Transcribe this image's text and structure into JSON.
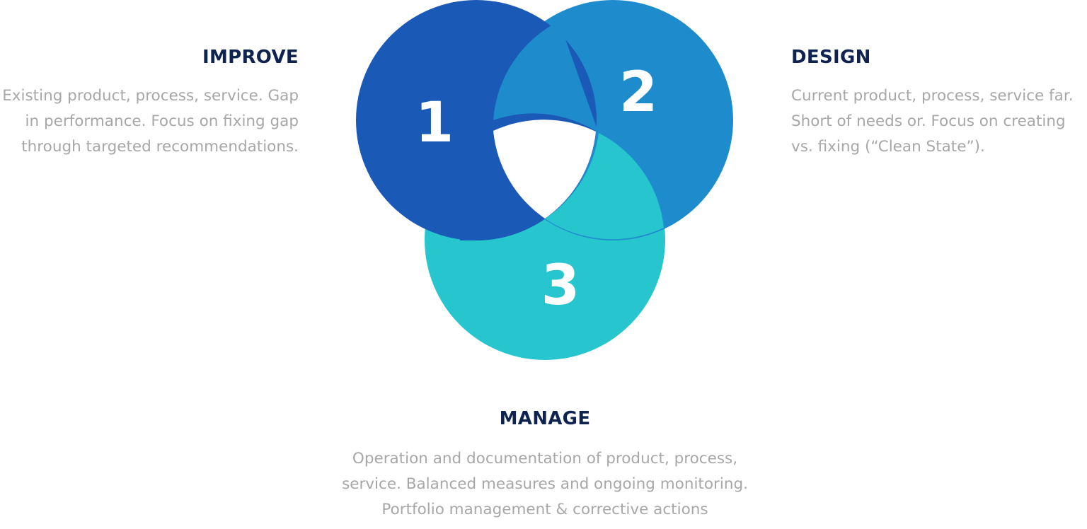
{
  "colors": {
    "circle_1": "#1a59b5",
    "circle_2": "#1e8bcd",
    "circle_3": "#27c6cf",
    "heading": "#0f2350",
    "description": "#a7a7a7"
  },
  "circles": [
    {
      "number": "1",
      "name": "improve"
    },
    {
      "number": "2",
      "name": "design"
    },
    {
      "number": "3",
      "name": "manage"
    }
  ],
  "improve": {
    "title": "IMPROVE",
    "lines": [
      "Existing product, process, service. Gap",
      "in performance. Focus on fixing gap",
      "through targeted recommendations."
    ]
  },
  "design": {
    "title": "DESIGN",
    "lines": [
      "Current product, process, service far.",
      "Short of needs or. Focus on creating",
      "vs. fixing (“Clean State”)."
    ]
  },
  "manage": {
    "title": "MANAGE",
    "lines": [
      "Operation and documentation of product, process,",
      "service. Balanced measures and ongoing monitoring.",
      "Portfolio management & corrective actions"
    ]
  }
}
